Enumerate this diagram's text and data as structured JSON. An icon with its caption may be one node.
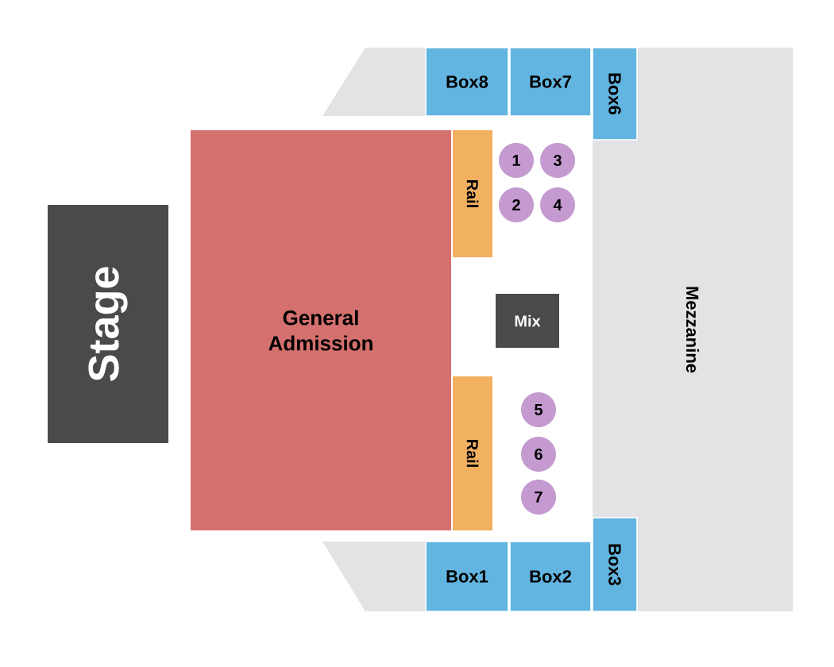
{
  "diagram": {
    "nodes": [
      {
        "text": [
          "Mezzanine"
        ]
      },
      {
        "text": [
          "Box8"
        ]
      },
      {
        "text": [
          "Box7"
        ]
      },
      {
        "text": [
          "Box6"
        ],
        "in": 0
      },
      {
        "text": [
          "Stage"
        ]
      },
      {
        "text": [
          "General Admission"
        ]
      },
      {
        "text": [
          "Rail"
        ]
      },
      {
        "text": [
          "1"
        ]
      },
      {
        "text": [
          "3"
        ]
      },
      {
        "text": [
          "2"
        ]
      },
      {
        "text": [
          "4"
        ]
      },
      {
        "text": [
          "Mix"
        ]
      },
      {
        "text": [
          "Rail"
        ]
      },
      {
        "text": [
          "5"
        ]
      },
      {
        "text": [
          "6"
        ]
      },
      {
        "text": [
          "7"
        ]
      },
      {
        "text": [
          "Box1"
        ]
      },
      {
        "text": [
          "Box2"
        ]
      },
      {
        "text": [
          "Box3"
        ],
        "in": 0
      }
    ]
  }
}
